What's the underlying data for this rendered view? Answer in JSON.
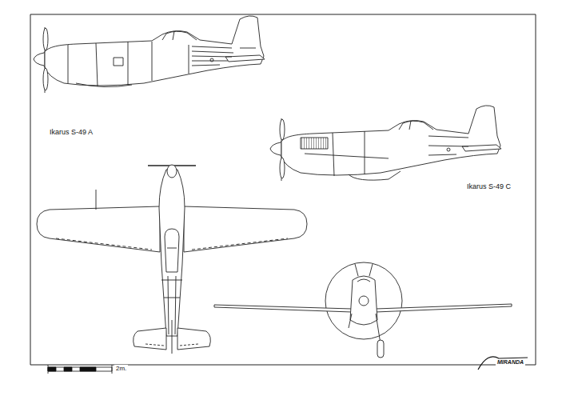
{
  "diagram": {
    "labels": [
      "Ikarus S-49 A",
      "Ikarus S-49 C",
      "2m.",
      "MIRANDA"
    ]
  }
}
